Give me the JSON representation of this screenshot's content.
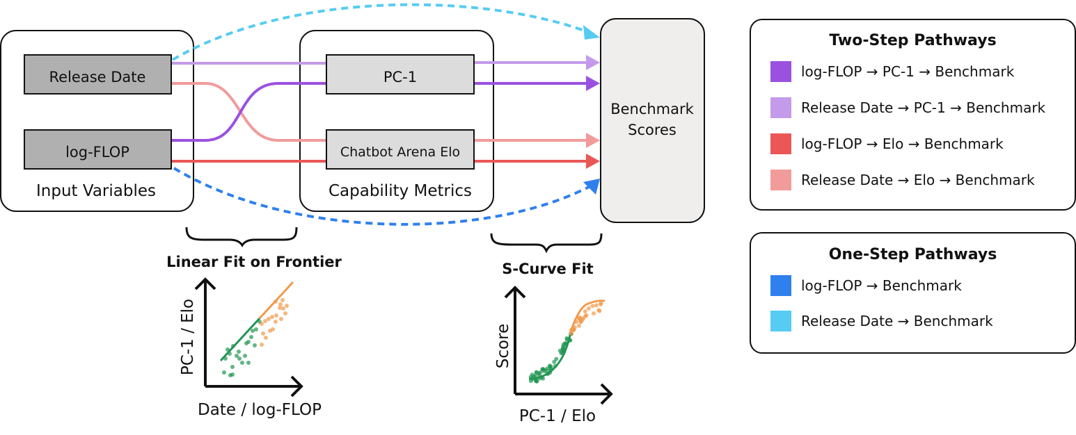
{
  "colors": {
    "two_step_flop_pc1": "#9b51e0",
    "two_step_date_pc1": "#c39bea",
    "two_step_flop_elo": "#eb5757",
    "two_step_date_elo": "#f29b9b",
    "one_step_flop": "#2f80ed",
    "one_step_date": "#56ccf2",
    "green_points": "#219653",
    "orange_points": "#f2994a",
    "input_box_fill": "#b0b0b0",
    "metric_box_fill": "#dcdcdc",
    "benchmark_fill": "#f0eded"
  },
  "groups": {
    "input_variables": {
      "title": "Input Variables",
      "nodes": [
        "Release Date",
        "log-FLOP"
      ]
    },
    "capability_metrics": {
      "title": "Capability Metrics",
      "nodes": [
        "PC-1",
        "Chatbot Arena Elo"
      ]
    },
    "benchmark": {
      "title_line1": "Benchmark",
      "title_line2": "Scores"
    }
  },
  "fits": {
    "linear": {
      "title": "Linear Fit on Frontier",
      "xlabel": "Date / log-FLOP",
      "ylabel": "PC-1 / Elo"
    },
    "s_curve": {
      "title": "S-Curve Fit",
      "xlabel": "PC-1 / Elo",
      "ylabel": "Score"
    }
  },
  "legend": {
    "two_step": {
      "title": "Two-Step Pathways",
      "items": [
        {
          "label": "log-FLOP → PC-1 → Benchmark",
          "color": "#9b51e0"
        },
        {
          "label": "Release Date → PC-1 → Benchmark",
          "color": "#c39bea"
        },
        {
          "label": "log-FLOP → Elo → Benchmark",
          "color": "#eb5757"
        },
        {
          "label": "Release Date → Elo → Benchmark",
          "color": "#f29b9b"
        }
      ]
    },
    "one_step": {
      "title": "One-Step Pathways",
      "items": [
        {
          "label": "log-FLOP → Benchmark",
          "color": "#2f80ed"
        },
        {
          "label": "Release Date → Benchmark",
          "color": "#56ccf2"
        }
      ]
    }
  }
}
